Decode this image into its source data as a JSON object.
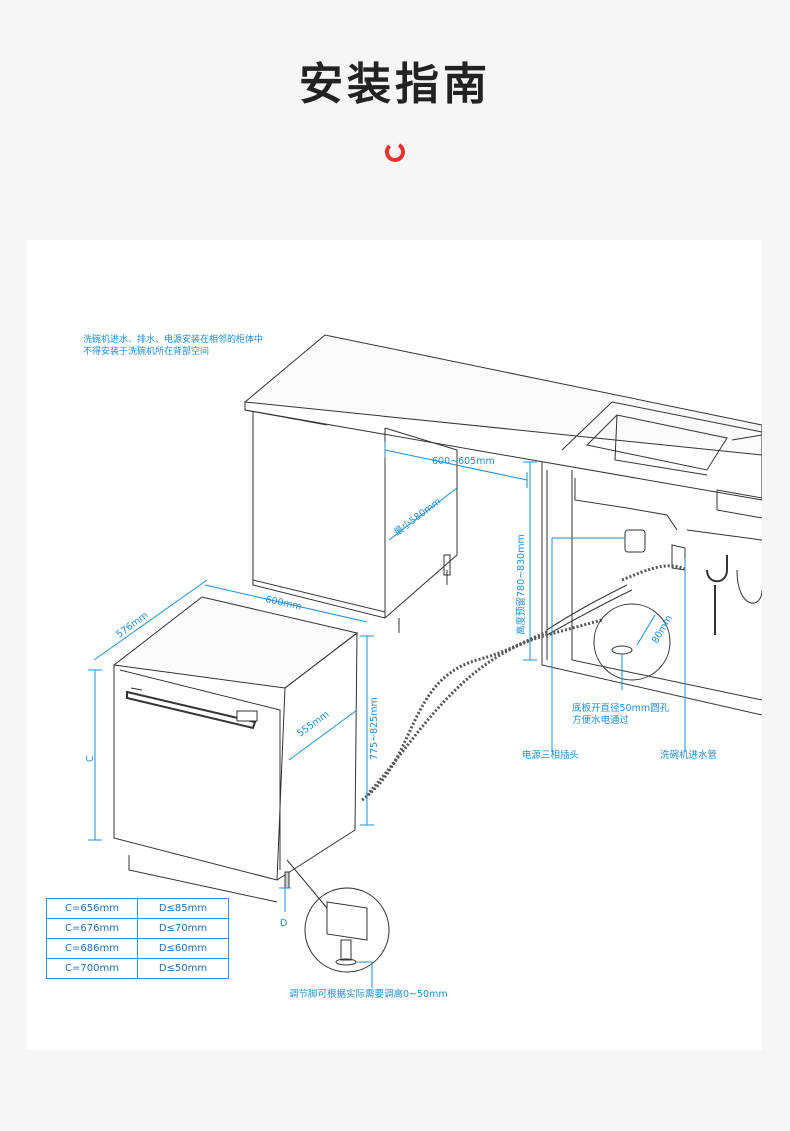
{
  "header": {
    "title": "安装指南"
  },
  "note": {
    "line1": "洗碗机进水、排水、电源安装在相邻的柜体中",
    "line2": "不得安装于洗碗机所在背部空间"
  },
  "dimensions": {
    "cabinet_width": "600~605mm",
    "cabinet_depth": "最小580mm",
    "height_range": "高度预留780~830mm",
    "hole_dist": "80mm",
    "dw_depth": "576mm",
    "dw_width": "600mm",
    "dw_inner": "555mm",
    "dw_height": "775~825mm",
    "c_label": "C",
    "d_label": "D"
  },
  "labels": {
    "hole": "底板开直径50mm圆孔",
    "hole2": "方便水电通过",
    "power": "电源三相插头",
    "inlet": "洗碗机进水管",
    "foot": "调节脚可根据实际需要调高0~50mm"
  },
  "table": {
    "rows": [
      {
        "c": "C=656mm",
        "d": "D≤85mm"
      },
      {
        "c": "C=676mm",
        "d": "D≤70mm"
      },
      {
        "c": "C=686mm",
        "d": "D≤60mm"
      },
      {
        "c": "C=700mm",
        "d": "D≤50mm"
      }
    ]
  },
  "colors": {
    "accent": "#1f8fd6",
    "logo": "#e8332a",
    "line": "#333333"
  }
}
